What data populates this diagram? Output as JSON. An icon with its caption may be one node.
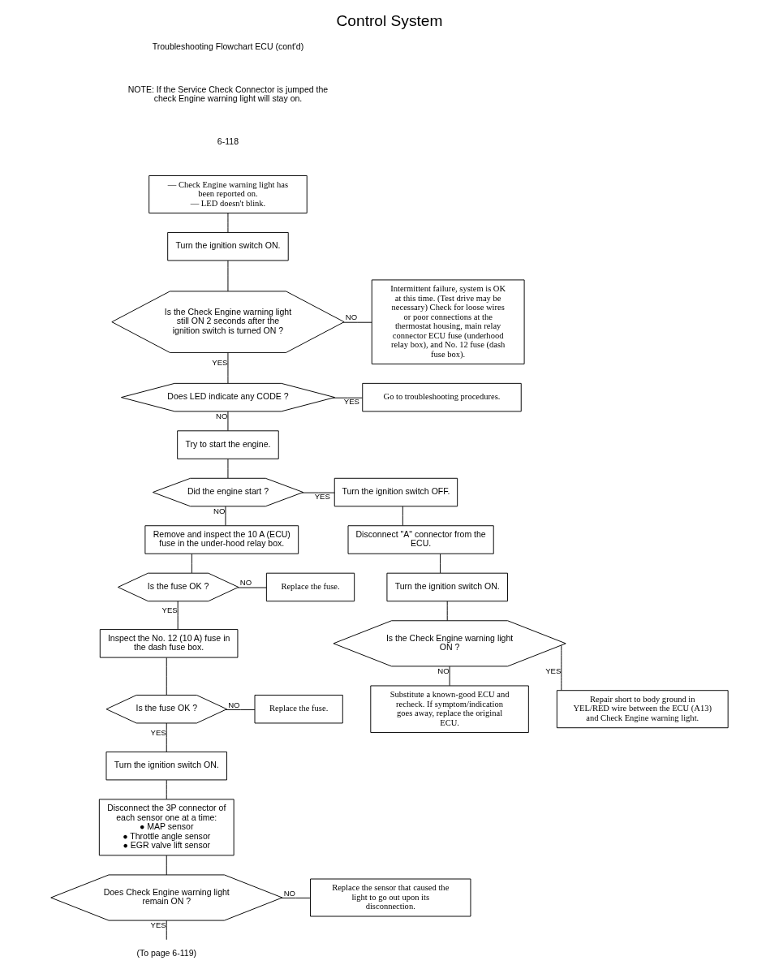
{
  "diagram": {
    "title": "Control System",
    "nodes": [
      {
        "text": [
          "— Check Engine warning light has been reported on.",
          "— LED doesn't blink."
        ]
      },
      {
        "text": [
          "Turn the ignition switch ON."
        ]
      },
      {
        "text": [
          "Is the Check Engine warning light still ON 2 seconds after the ignition switch is turned ON ?"
        ]
      },
      {
        "text": [
          "Intermittent failure, system is OK at this time. (Test drive may be necessary) Check for loose wires or poor connections at the thermostat housing, main relay connector ECU fuse (underhood relay box), and No. 12 fuse (dash fuse box)."
        ]
      },
      {
        "text": [
          "Does LED indicate any CODE ?"
        ]
      },
      {
        "text": [
          "Go to troubleshooting procedures."
        ]
      },
      {
        "text": [
          "Try to start the engine."
        ]
      },
      {
        "text": [
          "Did the engine start ?"
        ]
      },
      {
        "text": [
          "Remove and inspect the 10 A (ECU) fuse in the under-hood relay box."
        ]
      },
      {
        "text": [
          "Is the fuse OK ?"
        ]
      },
      {
        "text": [
          "Replace the fuse."
        ]
      },
      {
        "text": [
          "Inspect the No. 12 (10 A) fuse in the dash fuse box."
        ]
      },
      {
        "text": [
          "Is the fuse OK ?"
        ]
      },
      {
        "text": [
          "Replace the fuse."
        ]
      },
      {
        "text": [
          "Turn the ignition switch ON."
        ]
      },
      {
        "text": [
          "Disconnect the 3P connector of each sensor one at a time:",
          "● MAP sensor",
          "● Throttle angle sensor",
          "● EGR valve lift sensor"
        ]
      },
      {
        "text": [
          "Does Check Engine warning light remain ON ?"
        ]
      },
      {
        "text": [
          "Replace the sensor that caused the light to go out upon its disconnection."
        ]
      },
      {
        "text": [
          "(To page 6-119)"
        ]
      },
      {
        "text": [
          "Turn the ignition switch OFF."
        ]
      },
      {
        "text": [
          "Disconnect \"A\" connector from the ECU."
        ]
      },
      {
        "text": [
          "Turn the ignition switch ON."
        ]
      },
      {
        "text": [
          "Is the Check Engine warning light ON ?"
        ]
      },
      {
        "text": [
          "Substitute a known-good ECU and recheck. If symptom/indication goes away, replace the original ECU."
        ]
      },
      {
        "text": [
          "Repair short to body ground in YEL/RED wire between the ECU (A13) and Check Engine warning light."
        ]
      }
    ],
    "edges": [
      {
        "from": 0,
        "to": 1,
        "arrow": "none"
      },
      {
        "from": 1,
        "to": 2,
        "arrow": "none"
      },
      {
        "from": 2,
        "to": 3,
        "arrow": "none",
        "label": "NO"
      },
      {
        "from": 2,
        "to": 4,
        "arrow": "none",
        "label": "YES"
      },
      {
        "from": 4,
        "to": 5,
        "arrow": "none",
        "label": "YES"
      },
      {
        "from": 4,
        "to": 6,
        "arrow": "none",
        "label": "NO"
      },
      {
        "from": 6,
        "to": 7,
        "arrow": "none"
      },
      {
        "from": 7,
        "to": 19,
        "arrow": "none",
        "label": "YES"
      },
      {
        "from": 7,
        "to": 8,
        "arrow": "none",
        "label": "NO"
      },
      {
        "from": 8,
        "to": 9,
        "arrow": "none"
      },
      {
        "from": 9,
        "to": 10,
        "arrow": "none",
        "label": "NO"
      },
      {
        "from": 9,
        "to": 11,
        "arrow": "none",
        "label": "YES"
      },
      {
        "from": 11,
        "to": 12,
        "arrow": "none"
      },
      {
        "from": 12,
        "to": 13,
        "arrow": "none",
        "label": "NO"
      },
      {
        "from": 12,
        "to": 14,
        "arrow": "none",
        "label": "YES"
      },
      {
        "from": 14,
        "to": 15,
        "arrow": "none"
      },
      {
        "from": 15,
        "to": 16,
        "arrow": "none"
      },
      {
        "from": 16,
        "to": 17,
        "arrow": "none",
        "label": "NO"
      },
      {
        "from": 16,
        "to": 18,
        "arrow": "none",
        "label": "YES"
      },
      {
        "from": 19,
        "to": 20,
        "arrow": "none"
      },
      {
        "from": 20,
        "to": 21,
        "arrow": "none"
      },
      {
        "from": 21,
        "to": 22,
        "arrow": "none"
      },
      {
        "from": 22,
        "to": 23,
        "arrow": "none",
        "label": "NO"
      },
      {
        "from": 22,
        "to": 24,
        "arrow": "none",
        "label": "YES"
      }
    ],
    "labels": [
      "Troubleshooting Flowchart ECU (cont'd)",
      "NOTE: If the Service Check Connector is jumped the check Engine warning light will stay on.",
      "6-118"
    ]
  }
}
